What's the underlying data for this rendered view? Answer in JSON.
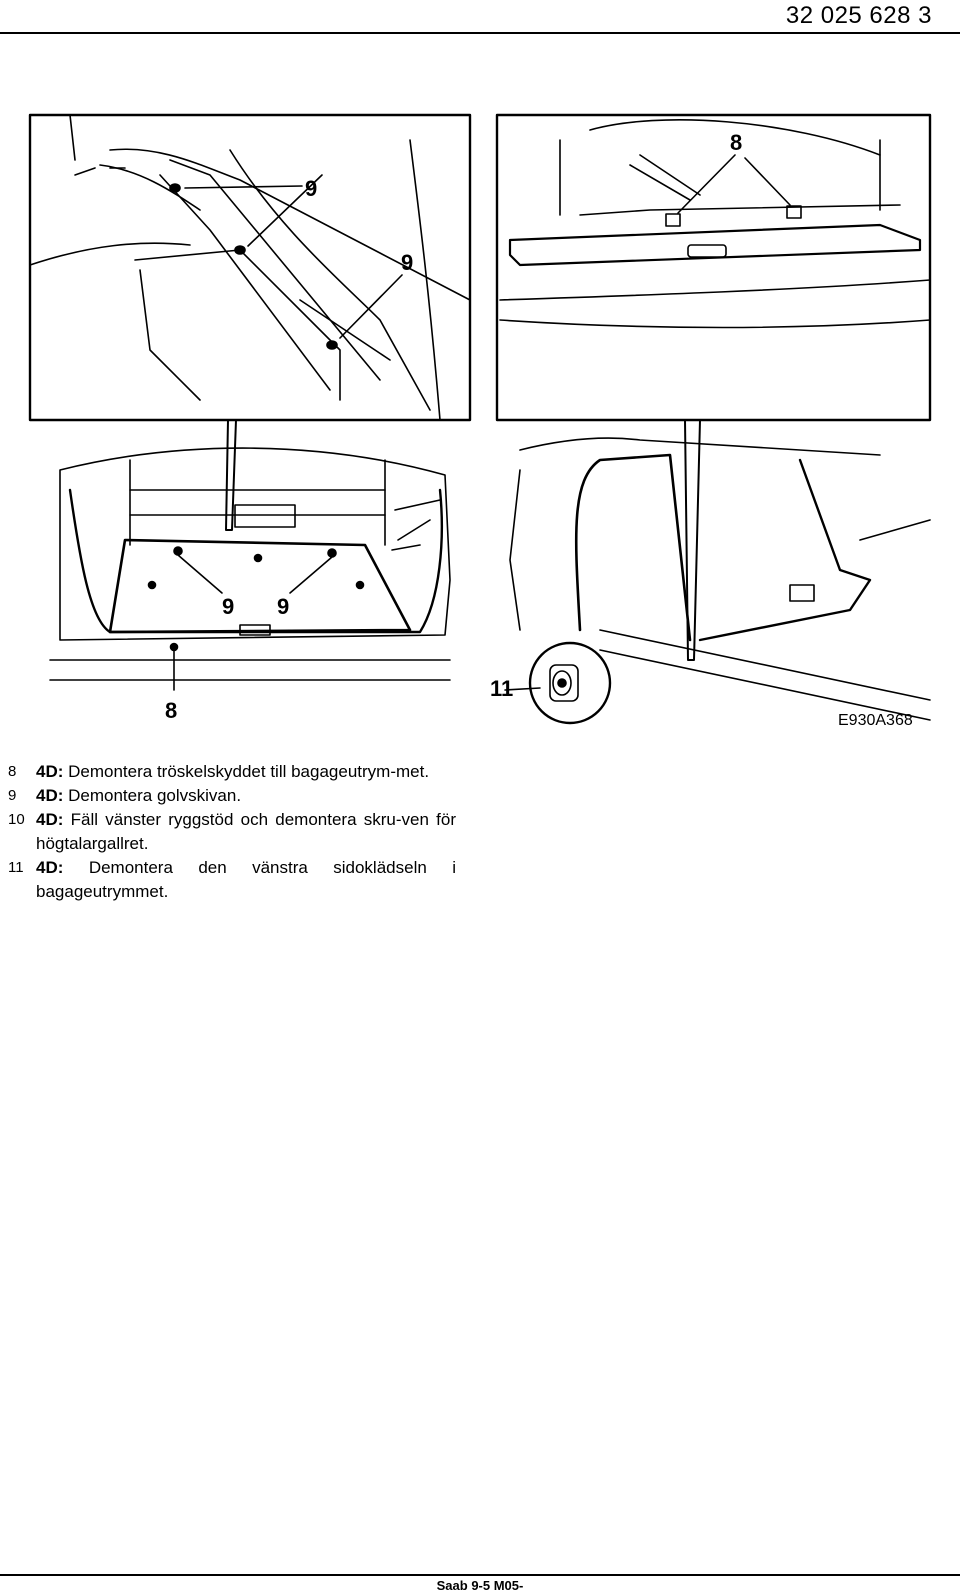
{
  "header": {
    "page_number": "32 025 628  3"
  },
  "figure": {
    "labels": {
      "top_left_9a": "9",
      "top_left_9b": "9",
      "top_right_8": "8",
      "bottom_left_9a": "9",
      "bottom_left_9b": "9",
      "bottom_left_8": "8",
      "bottom_right_11": "11"
    },
    "code": "E930A368"
  },
  "steps": [
    {
      "number": "8",
      "tag": "4D:",
      "text": " Demontera tröskelskyddet till bagageutrym-met."
    },
    {
      "number": "9",
      "tag": "4D:",
      "text": " Demontera golvskivan."
    },
    {
      "number": "10",
      "tag": "4D:",
      "text": " Fäll vänster ryggstöd och demontera skru-ven för högtalargallret."
    },
    {
      "number": "11",
      "tag": "4D:",
      "text": " Demontera den vänstra sidoklädseln i bagageutrymmet."
    }
  ],
  "footer": {
    "text": "Saab 9-5 M05-"
  }
}
